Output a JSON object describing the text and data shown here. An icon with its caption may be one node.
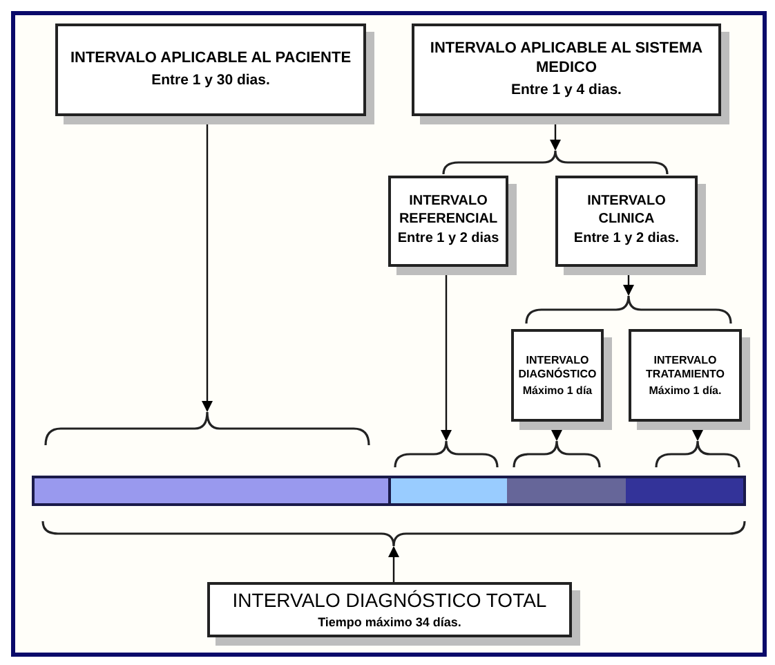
{
  "diagram": {
    "nodes": [
      {
        "text": [
          "INTERVALO APLICABLE AL PACIENTE",
          "Entre 1 y 30 dias."
        ]
      },
      {
        "text": [
          "INTERVALO APLICABLE AL SISTEMA MEDICO",
          "Entre 1 y 4 dias."
        ]
      },
      {
        "text": [
          "INTERVALO REFERENCIAL",
          "Entre 1 y 2 dias"
        ]
      },
      {
        "text": [
          "INTERVALO CLINICA",
          "Entre 1 y 2 dias."
        ]
      },
      {
        "text": [
          "INTERVALO DIAGNÓSTICO",
          "Máximo 1 día"
        ]
      },
      {
        "text": [
          "INTERVALO TRATAMIENTO",
          "Máximo 1 día."
        ]
      },
      {
        "text": [],
        "shape": "bar"
      },
      {
        "text": [],
        "shape": "bar"
      },
      {
        "text": [],
        "shape": "bar"
      },
      {
        "text": [],
        "shape": "bar"
      },
      {
        "text": [
          "INTERVALO DIAGNÓSTICO TOTAL",
          "Tiempo máximo 34 días."
        ]
      },
      {
        "text": [],
        "shape": "brace"
      },
      {
        "text": [],
        "shape": "brace"
      },
      {
        "text": [],
        "shape": "brace"
      },
      {
        "text": [],
        "shape": "brace"
      },
      {
        "text": [],
        "shape": "brace"
      },
      {
        "text": [],
        "shape": "brace"
      },
      {
        "text": [],
        "shape": "brace"
      }
    ],
    "edges": [
      {
        "from": 0,
        "to": 13,
        "arrow": "to"
      },
      {
        "from": 1,
        "to": 11,
        "arrow": "to"
      },
      {
        "from": 2,
        "to": 14,
        "arrow": "to"
      },
      {
        "from": 3,
        "to": 12,
        "arrow": "to"
      },
      {
        "from": 4,
        "to": 15,
        "arrow": "to"
      },
      {
        "from": 5,
        "to": 16,
        "arrow": "to"
      },
      {
        "from": 10,
        "to": 17,
        "arrow": "to"
      }
    ]
  }
}
